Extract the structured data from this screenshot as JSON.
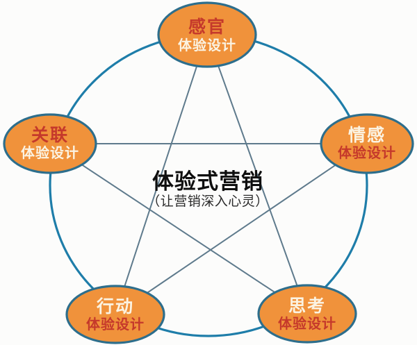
{
  "diagram": {
    "center": {
      "title": "体验式营销",
      "subtitle": "（让营销深入心灵）"
    },
    "nodes": [
      {
        "id": "sensory",
        "title": "感官",
        "subtitle": "体验设计",
        "title_color": "#C5392B",
        "subtitle_color": "#FBF3E2"
      },
      {
        "id": "emotion",
        "title": "情感",
        "subtitle": "体验设计",
        "title_color": "#FBF3E2",
        "subtitle_color": "#C5392B"
      },
      {
        "id": "think",
        "title": "思考",
        "subtitle": "体验设计",
        "title_color": "#FBF3E2",
        "subtitle_color": "#C5392B"
      },
      {
        "id": "act",
        "title": "行动",
        "subtitle": "体验设计",
        "title_color": "#FBF3E2",
        "subtitle_color": "#C5392B"
      },
      {
        "id": "relate",
        "title": "关联",
        "subtitle": "体验设计",
        "title_color": "#C5392B",
        "subtitle_color": "#FBF3E2"
      }
    ],
    "colors": {
      "background": "#FCFCFB",
      "node_fill": "#F0923B",
      "node_border": "#2D6E8C",
      "circle": "#1E7DA9",
      "connector": "#5E7A8C",
      "center_title": "#0F0F0F",
      "center_subtitle": "#2A2A2A"
    }
  }
}
